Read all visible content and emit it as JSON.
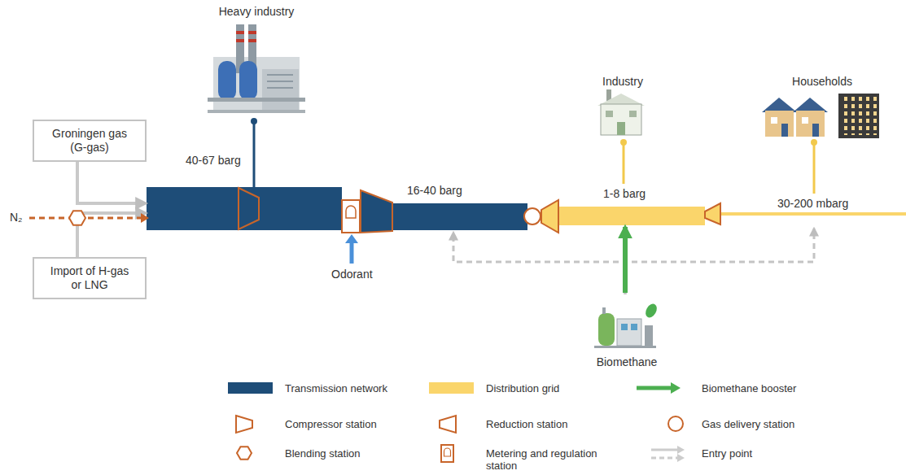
{
  "diagram": {
    "nodes": [
      {
        "text": [
          "Groningen gas (G-gas)"
        ]
      },
      {
        "text": [
          "Import of H-gas or LNG"
        ]
      },
      {
        "text": [
          "Heavy industry"
        ]
      },
      {
        "text": [
          "Industry"
        ]
      },
      {
        "text": [
          "Households"
        ]
      },
      {
        "text": [
          "Biomethane"
        ]
      },
      {
        "text": [
          "40-67 barg"
        ]
      },
      {
        "text": [
          "16-40 barg"
        ]
      },
      {
        "text": [
          "1-8 barg"
        ]
      },
      {
        "text": [
          "30-200 mbarg"
        ]
      }
    ],
    "edges": [
      {
        "from": 0,
        "to": 6,
        "arrow": "to"
      },
      {
        "from": 1,
        "to": 6,
        "arrow": "to"
      },
      {
        "from": 2,
        "to": 6,
        "arrow": "none"
      },
      {
        "from": 3,
        "to": 8,
        "arrow": "none"
      },
      {
        "from": 4,
        "to": 9,
        "arrow": "none"
      },
      {
        "from": 5,
        "to": 7,
        "arrow": "to"
      },
      {
        "from": 5,
        "to": 8,
        "arrow": "to"
      },
      {
        "from": 5,
        "to": 9,
        "arrow": "to"
      }
    ],
    "labels": [
      "N₂",
      "Odorant"
    ],
    "legend": [
      {
        "text": "Transmission network",
        "color": "#1e4d78"
      },
      {
        "text": "Distribution grid",
        "color": "#fad56b"
      },
      {
        "text": "Biomethane booster"
      },
      {
        "text": "Compressor station"
      },
      {
        "text": "Reduction station"
      },
      {
        "text": "Gas delivery station"
      },
      {
        "text": "Blending station"
      },
      {
        "text": "Metering and regulation station"
      },
      {
        "text": "Entry point"
      }
    ]
  }
}
